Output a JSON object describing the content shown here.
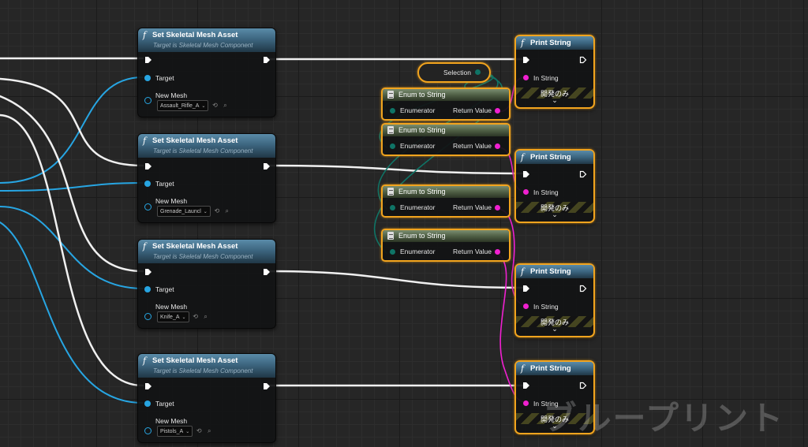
{
  "set_nodes": [
    {
      "title": "Set Skeletal Mesh Asset",
      "subtitle": "Target is Skeletal Mesh Component",
      "target": "Target",
      "new_mesh": "New Mesh",
      "asset": "Assault_Rifle_A"
    },
    {
      "title": "Set Skeletal Mesh Asset",
      "subtitle": "Target is Skeletal Mesh Component",
      "target": "Target",
      "new_mesh": "New Mesh",
      "asset": "Grenade_Launcl"
    },
    {
      "title": "Set Skeletal Mesh Asset",
      "subtitle": "Target is Skeletal Mesh Component",
      "target": "Target",
      "new_mesh": "New Mesh",
      "asset": "Knife_A"
    },
    {
      "title": "Set Skeletal Mesh Asset",
      "subtitle": "Target is Skeletal Mesh Component",
      "target": "Target",
      "new_mesh": "New Mesh",
      "asset": "Pistols_A"
    }
  ],
  "print_nodes": [
    {
      "title": "Print String",
      "in_string": "In String",
      "dev_only": "開発のみ"
    },
    {
      "title": "Print String",
      "in_string": "In String",
      "dev_only": "開発のみ"
    },
    {
      "title": "Print String",
      "in_string": "In String",
      "dev_only": "開発のみ"
    },
    {
      "title": "Print String",
      "in_string": "In String",
      "dev_only": "開発のみ"
    }
  ],
  "enum_nodes": [
    {
      "title": "Enum to String",
      "enumerator": "Enumerator",
      "return_value": "Return Value"
    },
    {
      "title": "Enum to String",
      "enumerator": "Enumerator",
      "return_value": "Return Value"
    },
    {
      "title": "Enum to String",
      "enumerator": "Enumerator",
      "return_value": "Return Value"
    },
    {
      "title": "Enum to String",
      "enumerator": "Enumerator",
      "return_value": "Return Value"
    }
  ],
  "selection_node": {
    "label": "Selection"
  },
  "watermark": "ブループリント",
  "icons": {
    "function": "f",
    "exec": "exec-pin-icon",
    "object": "object-pin-icon",
    "string": "string-pin-icon",
    "enum": "enum-pin-icon",
    "chevron": "⌄",
    "combo_arrow": "⌄",
    "browse": "⟲",
    "search": "⌕"
  },
  "colors": {
    "exec": "#ffffff",
    "object": "#27a5e2",
    "string": "#f020d0",
    "enum": "#0f7466",
    "selected": "#f2a41e",
    "function_header": "#3d6680",
    "enum_header": "#4f5f45"
  }
}
